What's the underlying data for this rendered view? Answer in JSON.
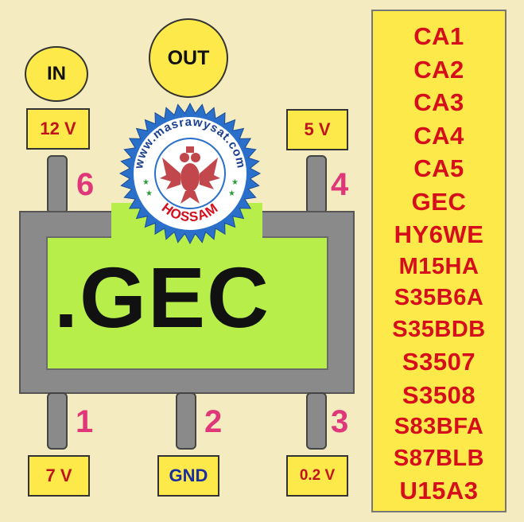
{
  "labels": {
    "in": "IN",
    "out": "OUT",
    "v12": "12 V",
    "v5": "5 V",
    "v7": "7 V",
    "gnd": "GND",
    "v02": "0.2 V",
    "chip_marking": ".GEC"
  },
  "pins": {
    "p6": "6",
    "p4": "4",
    "p1": "1",
    "p2": "2",
    "p3": "3"
  },
  "seal": {
    "top_text": "www.masrawysat.com",
    "bottom_text": "HOSSAM"
  },
  "codes": [
    "CA1",
    "CA2",
    "CA3",
    "CA4",
    "CA5",
    "GEC",
    "HY6WE",
    "M15HA",
    "S35B6A",
    "S35BDB",
    "S3507",
    "S3508",
    "S83BFA",
    "S87BLB",
    "U15A3"
  ],
  "colors": {
    "background": "#f4ecc0",
    "label_fill": "#fde94a",
    "chip_body": "#8a8a8a",
    "chip_face": "#b7ee4a",
    "pin_number": "#e0367a",
    "code_text": "#d60d1a",
    "gnd_text": "#1a2ea0",
    "voltage_text": "#c0141c"
  }
}
